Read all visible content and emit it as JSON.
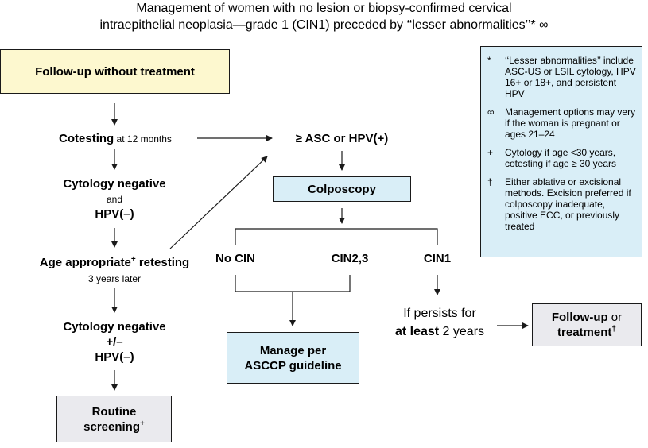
{
  "title": {
    "line1": "Management of women with no lesion or biopsy-confirmed cervical",
    "line2": "intraepithelial neoplasia—grade 1 (CIN1) preceded by ‘‘lesser abnormalities’’* ∞"
  },
  "left_column": {
    "followup_no_treatment": "Follow-up without treatment",
    "cotesting_bold": "Cotesting",
    "cotesting_rest": " at 12 months",
    "cyto_neg_1": "Cytology negative",
    "and": "and",
    "hpv_neg_1": "HPV(–)",
    "age_retesting": "Age appropriate",
    "age_retesting_sup": "+",
    "age_retesting_rest": " retesting",
    "three_years": "3 years later",
    "cyto_neg_2": "Cytology negative",
    "plus_minus": "+/–",
    "hpv_neg_2": "HPV(–)",
    "routine_screening_1": "Routine",
    "routine_screening_2": "screening",
    "routine_screening_sup": "+"
  },
  "middle_column": {
    "asc_hpv": "≥ ASC or HPV(+)",
    "colposcopy": "Colposcopy",
    "no_cin": "No CIN",
    "cin23": "CIN2,3",
    "cin1": "CIN1",
    "manage_1": "Manage per",
    "manage_2": "ASCCP guideline",
    "persists_1": "If persists for",
    "persists_2_bold": "at least",
    "persists_2_rest": " 2 years",
    "followup_or_bold": "Follow-up",
    "followup_or_rest": " or",
    "treatment": "treatment",
    "treatment_sup": "†"
  },
  "notes": [
    {
      "symbol": "*",
      "text": "‘‘Lesser abnormalities’’ include ASC-US or LSIL cytology, HPV 16+ or 18+, and persistent HPV"
    },
    {
      "symbol": "∞",
      "text": "Management options may very if the woman is pregnant or ages 21–24"
    },
    {
      "symbol": "+",
      "text": "Cytology if age <30 years, cotesting if age ≥ 30 years"
    },
    {
      "symbol": "†",
      "text": "Either ablative or excisional methods. Excision preferred if colposcopy inadequate, positive ECC, or previously treated"
    }
  ],
  "colors": {
    "yellow_box": "#fdf8cf",
    "blue_box": "#d9eef7",
    "gray_box": "#eaeaee"
  }
}
